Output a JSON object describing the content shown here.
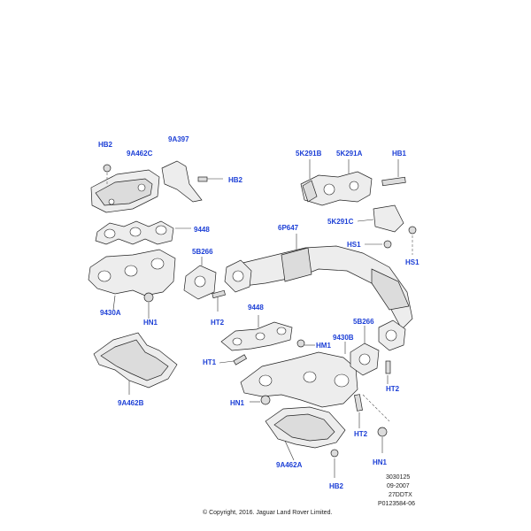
{
  "labels": {
    "hb2_a": "HB2",
    "p9a462c": "9A462C",
    "p9a397": "9A397",
    "hb2_b": "HB2",
    "p9448_a": "9448",
    "p5b266_a": "5B266",
    "p9430a": "9430A",
    "hn1_a": "HN1",
    "ht2_a": "HT2",
    "p9a462b": "9A462B",
    "p5k291b": "5K291B",
    "p5k291a": "5K291A",
    "hb1": "HB1",
    "p5k291c": "5K291C",
    "p6p647": "6P647",
    "hs1_a": "HS1",
    "hs1_b": "HS1",
    "p9448_b": "9448",
    "hm1": "HM1",
    "p5b266_b": "5B266",
    "p9430b": "9430B",
    "ht1": "HT1",
    "ht2_b": "HT2",
    "hn1_b": "HN1",
    "ht2_c": "HT2",
    "p9a462a": "9A462A",
    "hn1_c": "HN1",
    "hb2_c": "HB2"
  },
  "meta": {
    "code1": "3030125",
    "date": "09-2007",
    "model": "27DDTX",
    "ref": "P0123584-06",
    "copyright": "© Copyright, 2016. Jaguar Land Rover Limited."
  },
  "colors": {
    "label": "#1c3fd6",
    "line": "#222222"
  }
}
